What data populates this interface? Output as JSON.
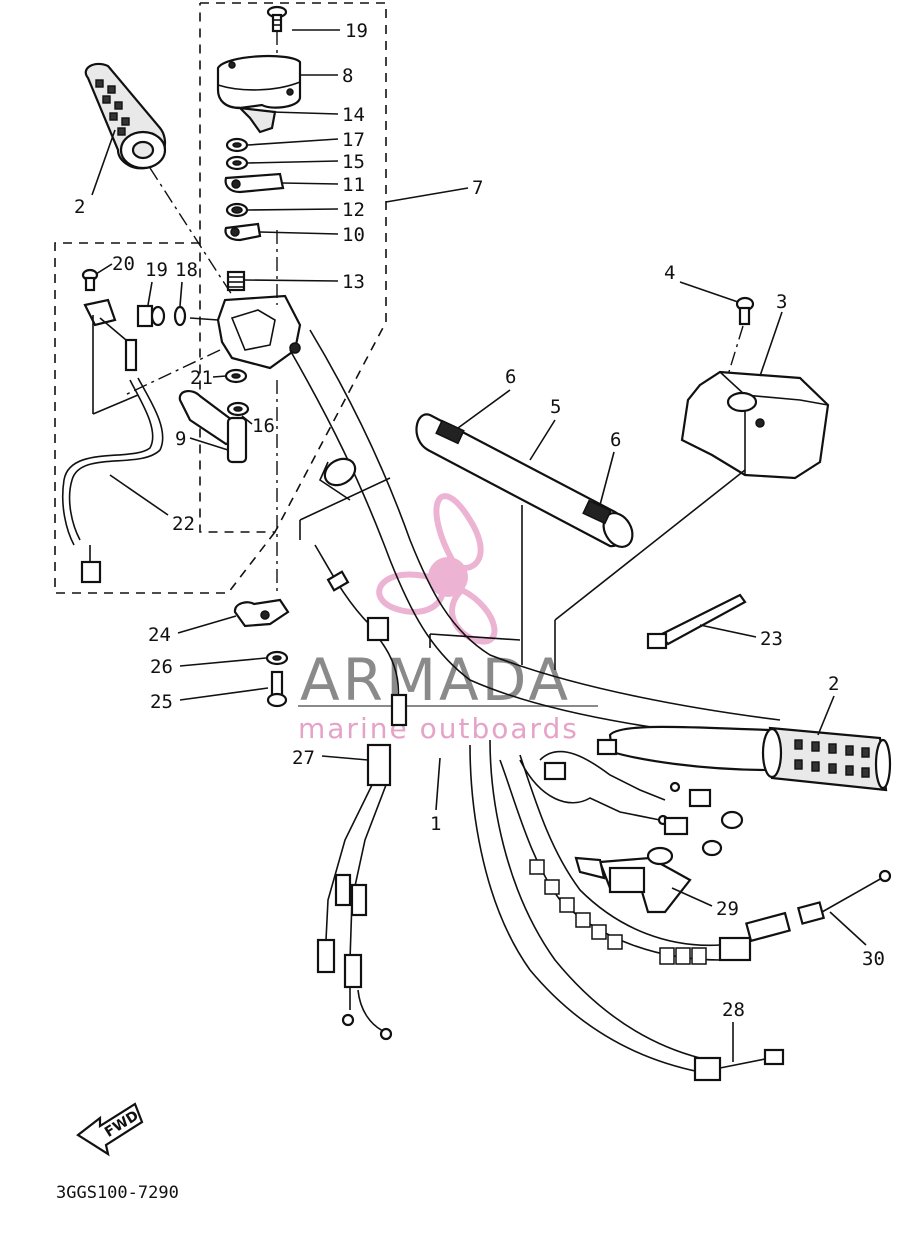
{
  "diagram": {
    "drawing_code": "3GGS100-7290",
    "direction_label": "FWD",
    "callouts": [
      {
        "id": "c19a",
        "text": "19"
      },
      {
        "id": "c8",
        "text": "8"
      },
      {
        "id": "c14",
        "text": "14"
      },
      {
        "id": "c17",
        "text": "17"
      },
      {
        "id": "c15",
        "text": "15"
      },
      {
        "id": "c11",
        "text": "11"
      },
      {
        "id": "c12",
        "text": "12"
      },
      {
        "id": "c10",
        "text": "10"
      },
      {
        "id": "c7",
        "text": "7"
      },
      {
        "id": "c13",
        "text": "13"
      },
      {
        "id": "c2a",
        "text": "2"
      },
      {
        "id": "c20",
        "text": "20"
      },
      {
        "id": "c19b",
        "text": "19"
      },
      {
        "id": "c18",
        "text": "18"
      },
      {
        "id": "c21",
        "text": "21"
      },
      {
        "id": "c16",
        "text": "16"
      },
      {
        "id": "c9",
        "text": "9"
      },
      {
        "id": "c22",
        "text": "22"
      },
      {
        "id": "c4",
        "text": "4"
      },
      {
        "id": "c3",
        "text": "3"
      },
      {
        "id": "c6a",
        "text": "6"
      },
      {
        "id": "c5",
        "text": "5"
      },
      {
        "id": "c6b",
        "text": "6"
      },
      {
        "id": "c24",
        "text": "24"
      },
      {
        "id": "c26",
        "text": "26"
      },
      {
        "id": "c25",
        "text": "25"
      },
      {
        "id": "c27",
        "text": "27"
      },
      {
        "id": "c23",
        "text": "23"
      },
      {
        "id": "c2b",
        "text": "2"
      },
      {
        "id": "c1",
        "text": "1"
      },
      {
        "id": "c29",
        "text": "29"
      },
      {
        "id": "c30",
        "text": "30"
      },
      {
        "id": "c28",
        "text": "28"
      }
    ]
  },
  "watermark": {
    "brand": "ARMADA",
    "tagline": "marine outboards",
    "logo_colors": {
      "pink": "#e9a6cc",
      "gray": "#8a8a8a"
    }
  }
}
